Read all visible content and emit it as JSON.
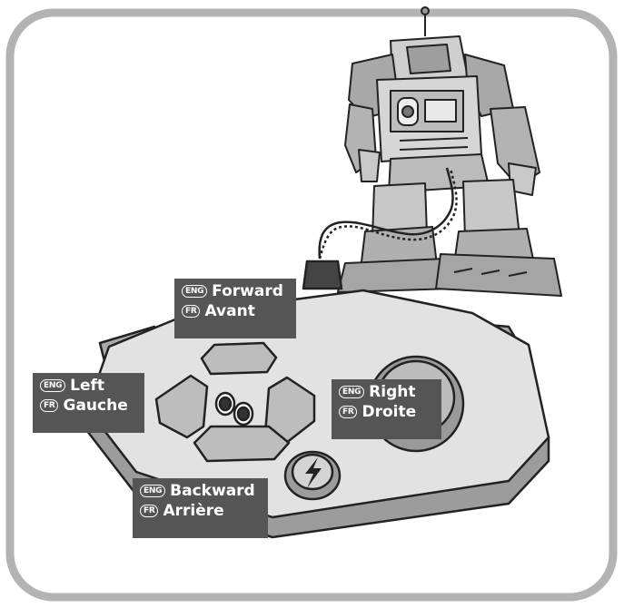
{
  "controls": {
    "forward": {
      "eng_tag": "ENG",
      "fr_tag": "FR",
      "eng": "Forward",
      "fr": "Avant"
    },
    "left": {
      "eng_tag": "ENG",
      "fr_tag": "FR",
      "eng": "Left",
      "fr": "Gauche"
    },
    "right": {
      "eng_tag": "ENG",
      "fr_tag": "FR",
      "eng": "Right",
      "fr": "Droite"
    },
    "backward": {
      "eng_tag": "ENG",
      "fr_tag": "FR",
      "eng": "Backward",
      "fr": "Arrière"
    }
  },
  "colors": {
    "frame": "#b3b3b3",
    "label_bg": "#555555",
    "label_text": "#ffffff",
    "body_fill": "#e2e2e2",
    "button_fill": "#bdbdbd",
    "outline": "#222222"
  },
  "icons": [
    "lightning-icon",
    "joystick-icon",
    "robot-illustration",
    "remote-controller-illustration"
  ]
}
